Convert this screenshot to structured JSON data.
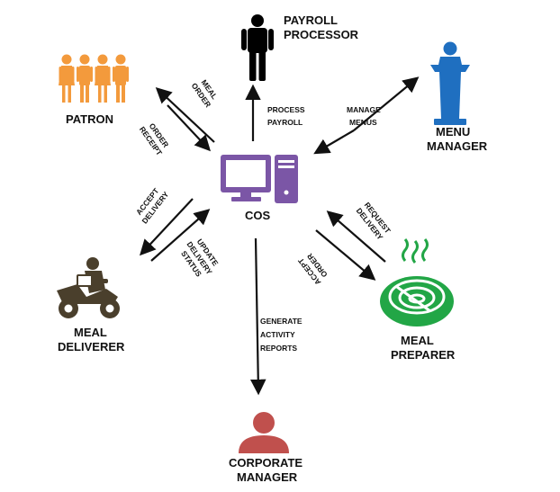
{
  "diagram": {
    "nodes": {
      "payroll_processor": {
        "label_line1": "PAYROLL",
        "label_line2": "PROCESSOR",
        "icon": "person-icon",
        "color": "#000000"
      },
      "patron": {
        "label": "PATRON",
        "icon": "group-of-people-icon",
        "color": "#F39A3C"
      },
      "menu_manager": {
        "label_line1": "MENU",
        "label_line2": "MANAGER",
        "icon": "person-at-podium-icon",
        "color": "#1F6FC0"
      },
      "cos": {
        "label": "COS",
        "icon": "computer-icon",
        "color": "#7B56A6"
      },
      "meal_deliverer": {
        "label_line1": "MEAL",
        "label_line2": "DELIVERER",
        "icon": "delivery-motorbike-icon",
        "color": "#4A3F2C"
      },
      "meal_preparer": {
        "label_line1": "MEAL",
        "label_line2": "PREPARER",
        "icon": "hot-noodle-bowl-icon",
        "color": "#22A646"
      },
      "corporate_manager": {
        "label_line1": "CORPORATE",
        "label_line2": "MANAGER",
        "icon": "person-bust-icon",
        "color": "#C0504D"
      }
    },
    "edges": {
      "meal_order": {
        "line1": "MEAL",
        "line2": "ORDER"
      },
      "order_receipt": {
        "line1": "ORDER",
        "line2": "RECEIPT"
      },
      "process_payroll": {
        "line1": "PROCESS",
        "line2": "PAYROLL"
      },
      "manage_menus": {
        "line1": "MANAGE",
        "line2": "MENUS"
      },
      "accept_delivery": {
        "line1": "ACCEPT",
        "line2": "DELIVERY"
      },
      "update_delivery_status": {
        "line1": "UPDATE",
        "line2": "DELIVERY",
        "line3": "STATUS"
      },
      "request_delivery": {
        "line1": "REQUEST",
        "line2": "DELIVERY"
      },
      "accept_order": {
        "line1": "ACCEPT",
        "line2": "ORDER"
      },
      "generate_activity_reports": {
        "line1": "GENERATE",
        "line2": "ACTIVITY",
        "line3": "REPORTS"
      }
    }
  }
}
